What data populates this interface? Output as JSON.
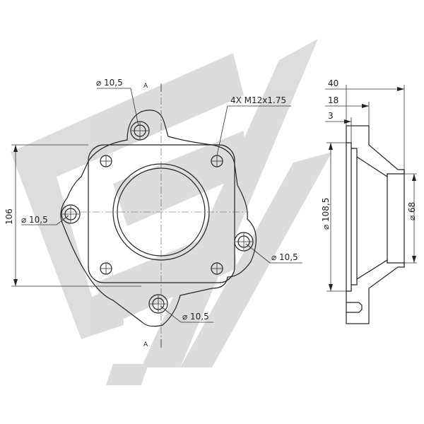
{
  "watermark": {
    "text": "EV",
    "color": "#d6d6d6"
  },
  "section_marker": {
    "label_top": "A",
    "label_bottom": "A"
  },
  "front_view": {
    "hole_top": "⌀ 10,5",
    "thread_note": "4X M12x1.75",
    "height_dim": "106",
    "hole_left": "⌀ 10,5",
    "hole_right": "⌀ 10,5",
    "hole_bottom": "⌀ 10,5"
  },
  "side_view": {
    "dim_overall": "40",
    "dim_flange": "18",
    "dim_step": "3",
    "dim_outer_dia": "⌀ 108,5",
    "dim_inner_dia": "⌀ 68"
  },
  "colors": {
    "line": "#222222",
    "hatch": "#333333",
    "background": "#ffffff"
  }
}
